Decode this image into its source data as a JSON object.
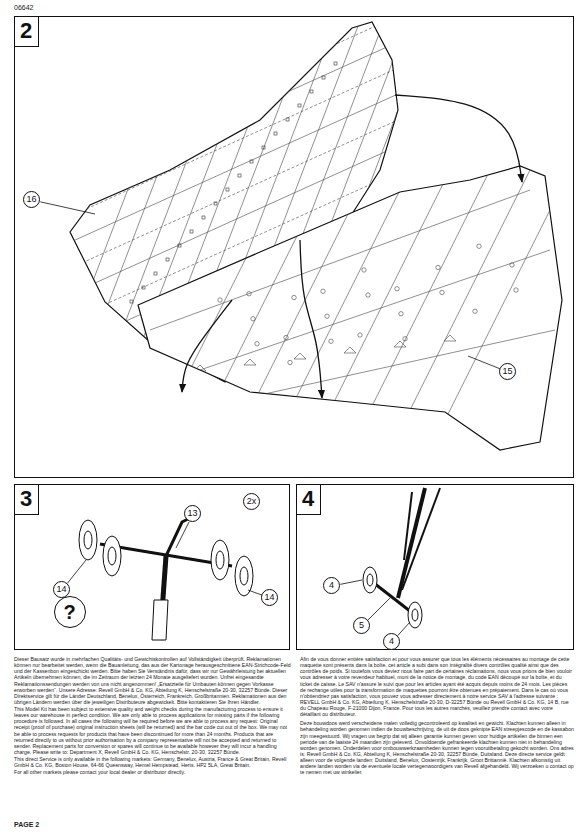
{
  "diagram": {
    "nodes": [
      {
        "text": [
          "2"
        ]
      },
      {
        "text": [
          "16"
        ],
        "in": 0
      },
      {
        "text": [
          "15"
        ],
        "in": 0
      },
      {
        "text": [
          "3"
        ]
      },
      {
        "text": [
          "13"
        ],
        "in": 3
      },
      {
        "text": [
          "14"
        ],
        "in": 3
      },
      {
        "text": [
          "14"
        ],
        "in": 3
      },
      {
        "text": [
          "2x"
        ],
        "in": 3
      },
      {
        "text": [
          "?"
        ],
        "in": 3
      },
      {
        "text": [
          "4"
        ]
      },
      {
        "text": [
          "4"
        ],
        "in": 9
      },
      {
        "text": [
          "5"
        ],
        "in": 9
      },
      {
        "text": [
          "4"
        ],
        "in": 9
      }
    ],
    "labels": [
      "06642",
      "Dieser Bausatz wurde in mehrfachen Qualitäts- und Gewichtskontrollen auf Vollständigkeit überprüft. Reklamationen können nur bearbeitet werden, wenn die Bauanleitung, das aus der Kartonage herausgeschnittene EAN-Strichcode-Feld und der Kassenbon eingeschickt werden. Bitte haben Sie Verständnis dafür, dass wir nur Gewährleistung bei aktuellen Artikeln übernehmen können, die im Zeitraum der letzten 24 Monate ausgeliefert wurden. Unfrei eingesandte Reklamationssendungen werden von uns nicht angenommen! „Ersatzteile für Umbauten können gegen Vorkasse erworben werden“. Unsere Adresse: Revell GmbH & Co. KG, Abteilung K, Henschelstraße 20-30, 32257 Bünde. Dieser Direktservice gilt für die Länder Deutschland, Benelux, Österreich, Frankreich, Großbritannien. Reklamationen aus den übrigen Ländern werden über die jeweiligen Distributeure abgewickelt. Bitte kontaktieren Sie Ihren Händler.",
      "This Model Kit has been subject to extensive quality and weight checks during the manufacturing process to ensure it leaves our warehouse in perfect condition. We are only able to process applications for missing parts if the following procedure is followed. In all cases the following will be required before we are able to process any request: Original receipt (proof of purchase) original instruction sheets (will be returned) and the bar code cut out of the box. We may not be able to process requests for products that have been discontinued for more than 24 months. Products that are returned directly to us without prior authorisation by a company representative will not be accepted and returned to sender. Replacement parts for conversion or spares will continue to be available however they will incur a handling charge. Please write to: Department X, Revell GmbH & Co. KG, Henschelstr. 20-30, 32257 Bünde.",
      "This direct Service is only available in the following markets: Germany, Benelux, Austria, France & Great Britain, Revell GmbH & Co. KG, Boston House, 64-66 Queensway, Hemel Hempstead, Herts. HP2 5LA, Great Britain.",
      "For all other markets please contact your local dealer or distributor directly.",
      "Afin de vous donner entière satisfaction et pour vous assurer que tous les éléments nécessaires au montage de cette maquette sont présents dans la boîte, cet article a subi dans son intégralité divers contrôles qualité ainsi que des contrôles de poids. Si toutefois vous deviez nous faire part de certaines réclamations, nous vous prions de bien vouloir vous adresser à votre revendeur habituel, muni de la notice de montage, du code EAN découpé sur la boîte, et du ticket de caisse. Le SAV n'assure le suivi que pour les articles ayant été acquis depuis moins de 24 mois. Les pièces de rechange utiles pour la transformation de maquettes pourront être obtenues en prépaiement. Dans le cas où vous n'obtiendriez pas satisfaction, vous pouvez vous adresser directement à notre service SAV à l'adresse suivante : REVELL GmbH & Co. KG, Abteilung K, Henschelstraße 20-30, D-32257 Bünde ou Revell GmbH & Co. KG, 14 B, rue du Chapeau Rouge, F-21000 Dijon, France. Pour tous les autres marchés, veuillez prendre contact avec votre détaillant ou distributeur.",
      "Deze bouwdoos werd verscheidene malen volledig gecontroleerd op kwaliteit en gewicht. Klachten kunnen alleen in behandeling worden genomen indien de bouwbeschrijving, de uit de doos geknipte EAN streepjescode en de kassabon zijn meegestuurd. Wij vragen uw begrip dat wij alleen garantie kunnen geven voor huidige artikelen die binnen een periode van de laatste 24 maanden zijn geleverd. Onvoldoende gefrankeerde klachten kunnen niet in behandeling worden genomen. Onderdelen voor ombouwwerkzaamheden kunnen tegen vooruitbetaling gekocht worden. Ons adres is: Revell GmbH & Co. KG, Abteilung K, Henschelstraße 20-30, 32257 Bünde, Duitsland. Deze directe service geldt alleen voor de volgende landen: Duitsland, Benelux, Oostenrijk, Frankrijk, Groot Brittannië. Klachten afkomstig uit andere landen worden via de eventuele locale vertegenwoordigers van Revell afgehandeld. Wij verzoeken u contact op te nemen met uw winkelier.",
      "PAGE 2"
    ]
  }
}
